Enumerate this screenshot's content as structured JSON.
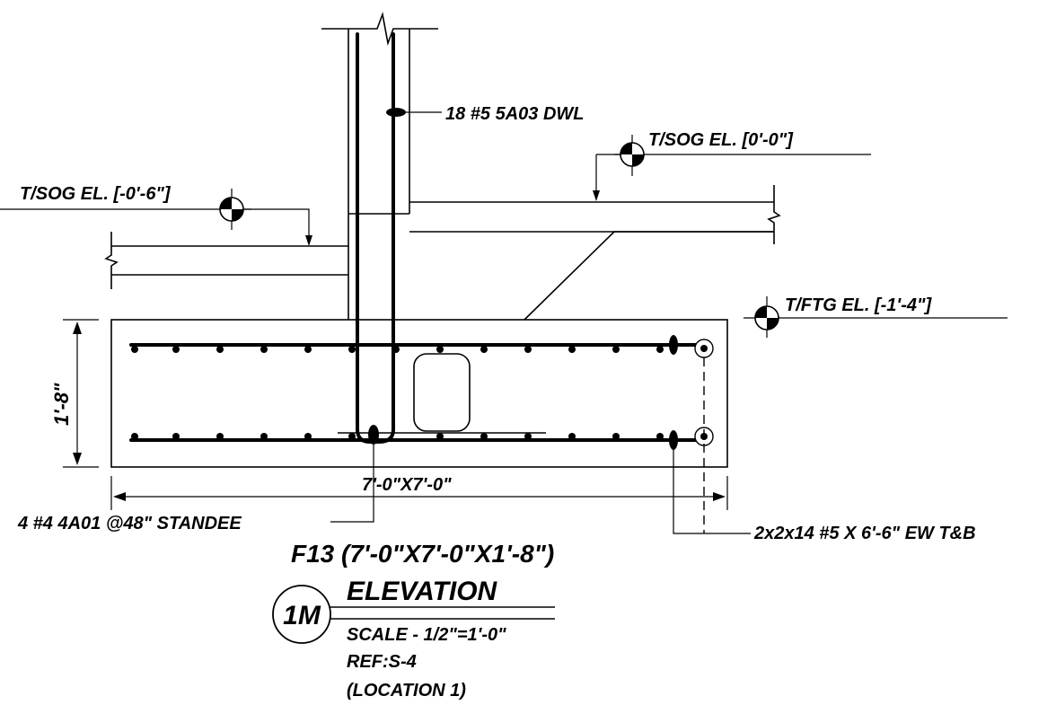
{
  "labels": {
    "dowel": "18 #5 5A03  DWL",
    "tsog_right": "T/SOG EL. [0'-0\"]",
    "tsog_left": "T/SOG EL. [-0'-6\"]",
    "tftg": "T/FTG EL. [-1'-4\"]",
    "height_dim": "1'-8\"",
    "width_dim": "7'-0\"X7'-0\"",
    "standee": "4 #4 4A01 @48\" STANDEE",
    "bottom_bars": "2x2x14 #5 X 6'-6\"  EW T&B",
    "footing_title": "F13 (7'-0\"X7'-0\"X1'-8\")"
  },
  "title_block": {
    "detail_id": "1M",
    "view": "ELEVATION",
    "scale": "SCALE - 1/2\"=1'-0\"",
    "ref": "REF:S-4",
    "location": "(LOCATION 1)"
  }
}
